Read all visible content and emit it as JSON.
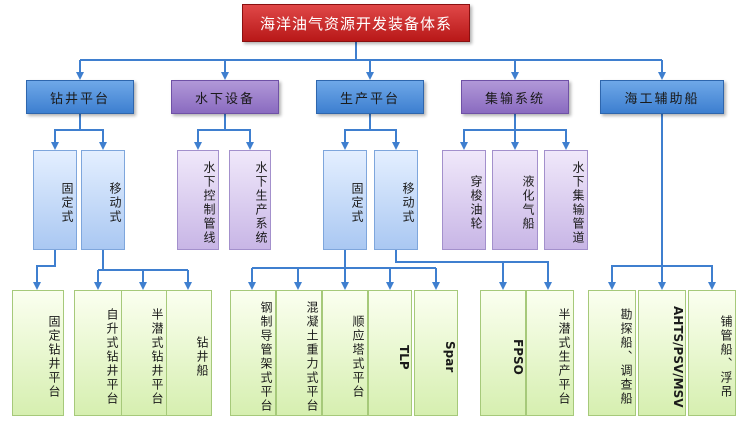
{
  "root": "海洋油气资源开发装备体系",
  "categories": {
    "drilling": "钻井平台",
    "subsea": "水下设备",
    "production": "生产平台",
    "transport": "集输系统",
    "auxiliary": "海工辅助船"
  },
  "subcategories": {
    "drilling_fixed": "固定式",
    "drilling_mobile": "移动式",
    "subsea_control": "水下控制管线",
    "subsea_production": "水下生产系统",
    "production_fixed": "固定式",
    "production_mobile": "移动式",
    "transport_shuttle": "穿梭油轮",
    "transport_lng": "液化气船",
    "transport_pipeline": "水下集输管道"
  },
  "leaves": {
    "fixed_drilling_platform": "固定钻井平台",
    "jackup": "自升式钻井平台",
    "semisub_drilling": "半潜式钻井平台",
    "drillship": "钻井船",
    "steel_jacket": "钢制导管架式平台",
    "concrete_gravity": "混凝土重力式平台",
    "compliant_tower": "顺应塔式平台",
    "tlp": "TLP",
    "spar": "Spar",
    "fpso": "FPSO",
    "semisub_production": "半潜式生产平台",
    "survey_ship": "勘探船、调查船",
    "ahts": "AHTS/PSV/MSV",
    "pipelay_crane": "铺管船、浮吊"
  },
  "colors": {
    "root": "#c82020",
    "category_blue": "#4a8ad8",
    "category_purple": "#9a7ccc",
    "sub_blue": "#c4dafa",
    "sub_purple": "#dcd0f0",
    "leaf_green": "#e8f6cc",
    "connector": "#3f7fcf"
  }
}
